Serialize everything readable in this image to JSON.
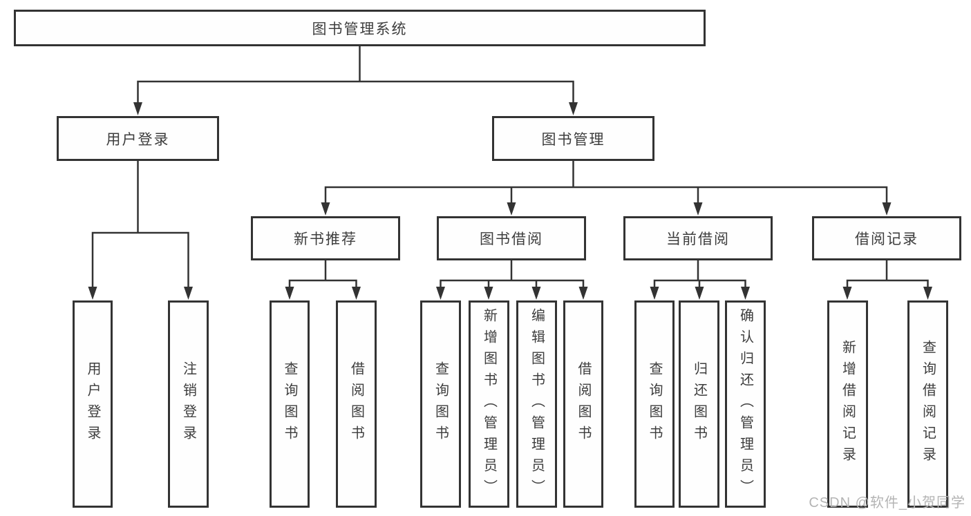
{
  "colors": {
    "line": "#333333",
    "node_border": "#333333",
    "node_text": "#3d3d3d",
    "watermark": "#b4b4b4",
    "background": "#ffffff"
  },
  "tree": {
    "label": "图书管理系统",
    "children": [
      {
        "label": "用户登录",
        "children": [
          {
            "label": "用户登录"
          },
          {
            "label": "注销登录"
          }
        ]
      },
      {
        "label": "图书管理",
        "children": [
          {
            "label": "新书推荐",
            "children": [
              {
                "label": "查询图书"
              },
              {
                "label": "借阅图书"
              }
            ]
          },
          {
            "label": "图书借阅",
            "children": [
              {
                "label": "查询图书"
              },
              {
                "label": "新增图书（管理员）"
              },
              {
                "label": "编辑图书（管理员）"
              },
              {
                "label": "借阅图书"
              }
            ]
          },
          {
            "label": "当前借阅",
            "children": [
              {
                "label": "查询图书"
              },
              {
                "label": "归还图书"
              },
              {
                "label": "确认归还（管理员）"
              }
            ]
          },
          {
            "label": "借阅记录",
            "children": [
              {
                "label": "新增借阅记录"
              },
              {
                "label": "查询借阅记录"
              }
            ]
          }
        ]
      }
    ]
  },
  "watermark": {
    "text": "CSDN @软件_小贺同学"
  }
}
